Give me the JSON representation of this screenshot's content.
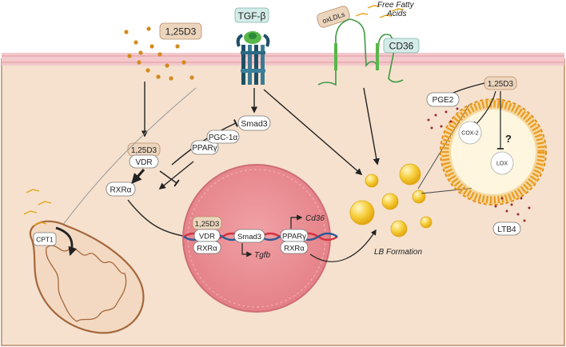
{
  "ligands": {
    "vitd_outside": "1,25D3",
    "tgfb": "TGF-β",
    "oxldl": "oxLDLs",
    "ffa_line1": "Free Fatty",
    "ffa_line2": "Acids",
    "cd36_receptor": "CD36"
  },
  "cytoplasm": {
    "smad3": "Smad3",
    "vitd_cyto": "1,25D3",
    "vdr": "VDR",
    "ppar": "PPARγ",
    "pgc": "PGC-1α",
    "rxr": "RXRα",
    "cpt": "CPT1",
    "lb_formation": "LB Formation"
  },
  "nucleus": {
    "vitd": "1,25D3",
    "vdr": "VDR",
    "rxr1": "RXRα",
    "smad3": "Smad3",
    "tgfb_gene": "Tgfb",
    "ppar": "PPARγ",
    "rxr2": "RXRα",
    "cd36_gene": "Cd36"
  },
  "lipid_body": {
    "vitd": "1,25D3",
    "pge2": "PGE2",
    "cox2": "COX-2",
    "lox": "LOX",
    "unknown": "?",
    "ltb4": "LTB4"
  },
  "colors": {
    "cytoplasm": "#f5e1ce",
    "cell_border": "#caa487",
    "membrane": "#f3c9cc",
    "nucleus": "#e98d92",
    "lipid_droplet": "#f3bf1d",
    "mitochondrion": "#a5673b",
    "tan_label": "#ecd5bd",
    "teal_label": "#d4ece8",
    "receptor_blue": "#1d4f66",
    "receptor_green": "#58b64a",
    "dna_red": "#d23340",
    "dna_blue": "#2f5a96",
    "vitd_dot": "#d38a1e",
    "lipid_ring": "#eb9a1f"
  }
}
